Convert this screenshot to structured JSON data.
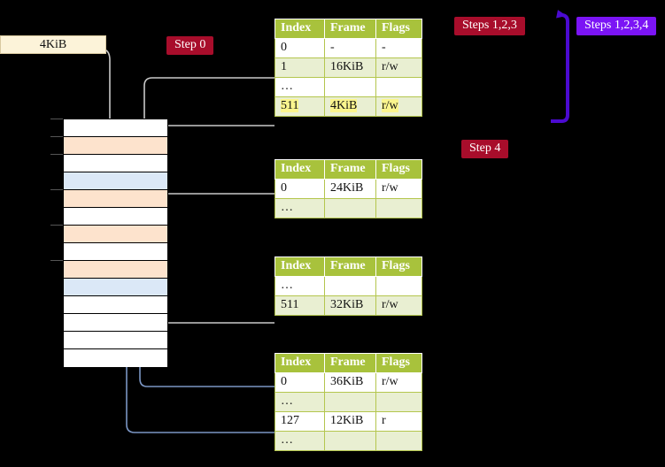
{
  "size_box": {
    "label": "4KiB"
  },
  "badges": {
    "step0": "Step 0",
    "step123": "Steps 1,2,3",
    "step1234": "Steps 1,2,3,4",
    "step4": "Step 4"
  },
  "columns": [
    "Index",
    "Frame",
    "Flags"
  ],
  "tables": [
    {
      "name": "pml4-table",
      "rows": [
        {
          "index": "0",
          "frame": "-",
          "flags": "-",
          "highlight": false
        },
        {
          "index": "1",
          "frame": "16KiB",
          "flags": "r/w",
          "highlight": false
        },
        {
          "index": "…",
          "frame": "",
          "flags": "",
          "highlight": false
        },
        {
          "index": "511",
          "frame": "4KiB",
          "flags": "r/w",
          "highlight": true
        }
      ]
    },
    {
      "name": "pdp-table",
      "rows": [
        {
          "index": "0",
          "frame": "24KiB",
          "flags": "r/w",
          "highlight": false
        },
        {
          "index": "…",
          "frame": "",
          "flags": "",
          "highlight": false
        }
      ]
    },
    {
      "name": "pd-table",
      "rows": [
        {
          "index": "…",
          "frame": "",
          "flags": "",
          "highlight": false
        },
        {
          "index": "511",
          "frame": "32KiB",
          "flags": "r/w",
          "highlight": false
        }
      ]
    },
    {
      "name": "pt-table",
      "rows": [
        {
          "index": "0",
          "frame": "36KiB",
          "flags": "r/w",
          "highlight": false
        },
        {
          "index": "…",
          "frame": "",
          "flags": "",
          "highlight": false
        },
        {
          "index": "127",
          "frame": "12KiB",
          "flags": "r",
          "highlight": false
        },
        {
          "index": "…",
          "frame": "",
          "flags": "",
          "highlight": false
        }
      ]
    }
  ],
  "memory_rows": [
    {
      "fill": "white"
    },
    {
      "fill": "orange"
    },
    {
      "fill": "white"
    },
    {
      "fill": "blue"
    },
    {
      "fill": "orange"
    },
    {
      "fill": "white"
    },
    {
      "fill": "orange"
    },
    {
      "fill": "white"
    },
    {
      "fill": "orange"
    },
    {
      "fill": "blue"
    },
    {
      "fill": "white"
    },
    {
      "fill": "white"
    },
    {
      "fill": "white"
    },
    {
      "fill": "white"
    }
  ],
  "colors": {
    "badge_red": "#a80d2b",
    "badge_purple": "#7b14f5",
    "table_header": "#a8c23c",
    "table_alt_row": "#e9efd2",
    "highlight": "#fbf58d",
    "size_box": "#fcf3d9",
    "mem_orange": "#fde3cd",
    "mem_blue": "#dbe8f7",
    "wire_gray": "#c9c9c9",
    "wire_blue": "#7b96c4",
    "background": "#000000"
  }
}
